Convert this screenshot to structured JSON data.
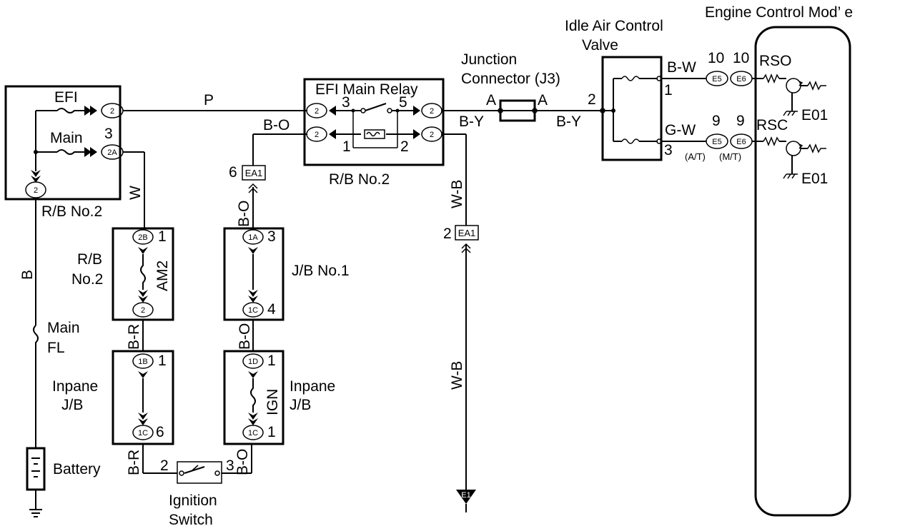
{
  "title": "Engine Control Mod’ e",
  "iac": {
    "title1": "Idle Air Control",
    "title2": "Valve",
    "pin2": "2",
    "pin1": "1",
    "pin3": "3"
  },
  "junction": {
    "title1": "Junction",
    "title2": "Connector (J3)",
    "a_left": "A",
    "a_right": "A"
  },
  "efi_relay": {
    "title": "EFI Main Relay",
    "rb": "R/B No.2",
    "p3": "3",
    "p5": "5",
    "p1": "1",
    "p2": "2"
  },
  "rb2_left": {
    "efi": "EFI",
    "main": "Main",
    "pin3": "3",
    "label": "R/B No.2",
    "c_efi": "2",
    "c_main": "2A",
    "c_bottom": "2"
  },
  "am2": {
    "rb1": "R/B",
    "rb2": "No.2",
    "name": "AM2",
    "c_top": "2B",
    "pin1": "1",
    "c_bot": "2"
  },
  "jb1": {
    "label": "J/B No.1",
    "c_top": "1A",
    "pin3": "3",
    "c_bot": "1C",
    "pin4": "4"
  },
  "inpane_left": {
    "l1": "Inpane",
    "l2": "J/B",
    "c_top": "1B",
    "pin1": "1",
    "c_bot": "1C",
    "pin6": "6"
  },
  "inpane_right": {
    "l1": "Inpane",
    "l2": "J/B",
    "name": "IGN",
    "c_top": "1D",
    "pin1": "1",
    "c_bot": "1C",
    "pin1b": "1"
  },
  "ea1_top": {
    "num": "6",
    "tag": "EA1"
  },
  "ea1_bottom": {
    "num": "2",
    "tag": "EA1"
  },
  "main_fl": {
    "l1": "Main",
    "l2": "FL"
  },
  "battery": "Battery",
  "ignition": {
    "l1": "Ignition",
    "l2": "Switch",
    "pin2": "2",
    "pin3": "3"
  },
  "ecm": {
    "rso": "RSO",
    "rsc": "RSC",
    "e01a": "E01",
    "e01b": "E01",
    "b_w": "B-W",
    "g_w": "G-W",
    "n10a": "10",
    "n10b": "10",
    "n9a": "9",
    "n9b": "9",
    "e5": "E5",
    "e6": "E6",
    "at": "(A/T)",
    "mt": "(M/T)"
  },
  "wires": {
    "p": "P",
    "b_o_top": "B-O",
    "b_y1": "B-Y",
    "b_y2": "B-Y",
    "w_b1": "W-B",
    "w_b2": "W-B",
    "w": "W",
    "b": "B",
    "b_o_v1": "B-O",
    "b_o_v2": "B-O",
    "b_o_v3": "B-O",
    "b_r1": "B-R",
    "b_r2": "B-R"
  },
  "ground_tag": "E1"
}
